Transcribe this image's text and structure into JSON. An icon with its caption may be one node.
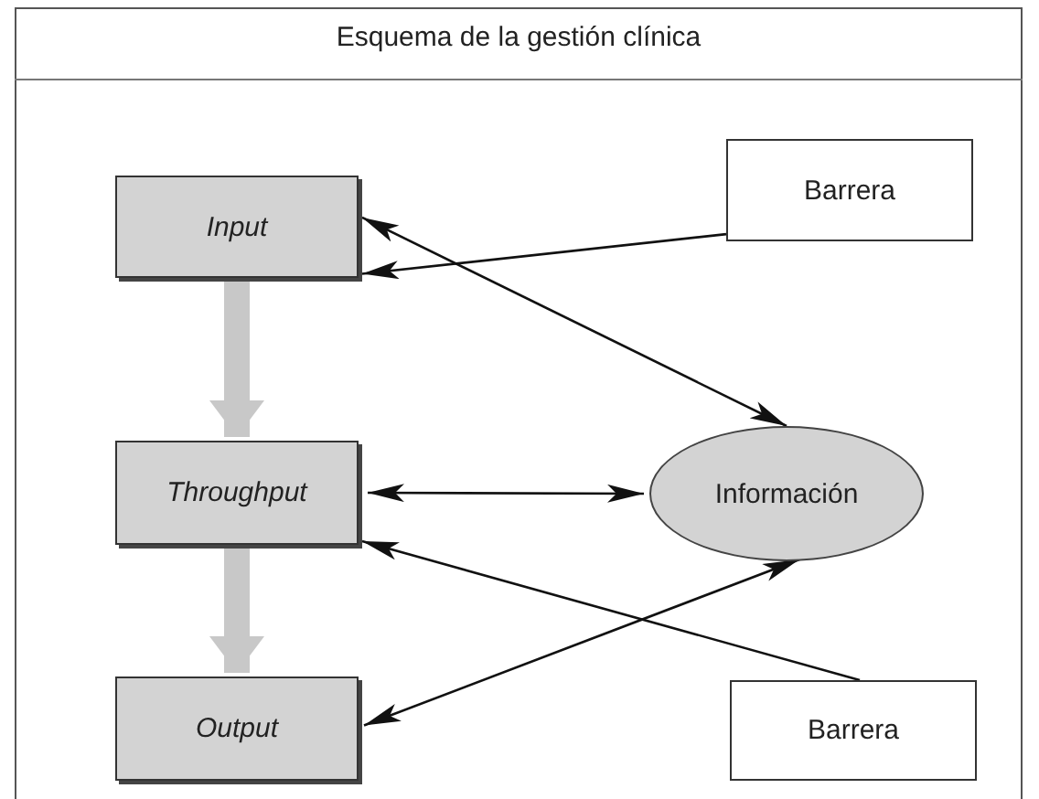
{
  "diagram": {
    "title": "Esquema de la gestión clínica",
    "nodes": [
      {
        "text": [
          "Barrera"
        ]
      },
      {
        "text": [
          "Input"
        ]
      },
      {
        "text": [
          "Throughput"
        ]
      },
      {
        "text": [
          "Información"
        ]
      },
      {
        "text": [
          "Output"
        ]
      },
      {
        "text": [
          "Barrera"
        ]
      }
    ],
    "edges": [
      {
        "from": 0,
        "to": 1,
        "arrow": "to"
      },
      {
        "from": 1,
        "to": 2,
        "arrow": "to",
        "style": "thick",
        "color": "#c8c8c8"
      },
      {
        "from": 1,
        "to": 3,
        "arrow": "both"
      },
      {
        "from": 2,
        "to": 3,
        "arrow": "both"
      },
      {
        "from": 5,
        "to": 2,
        "arrow": "to"
      },
      {
        "from": 2,
        "to": 4,
        "arrow": "to",
        "style": "thick",
        "color": "#c8c8c8"
      },
      {
        "from": 4,
        "to": 3,
        "arrow": "both"
      }
    ]
  }
}
